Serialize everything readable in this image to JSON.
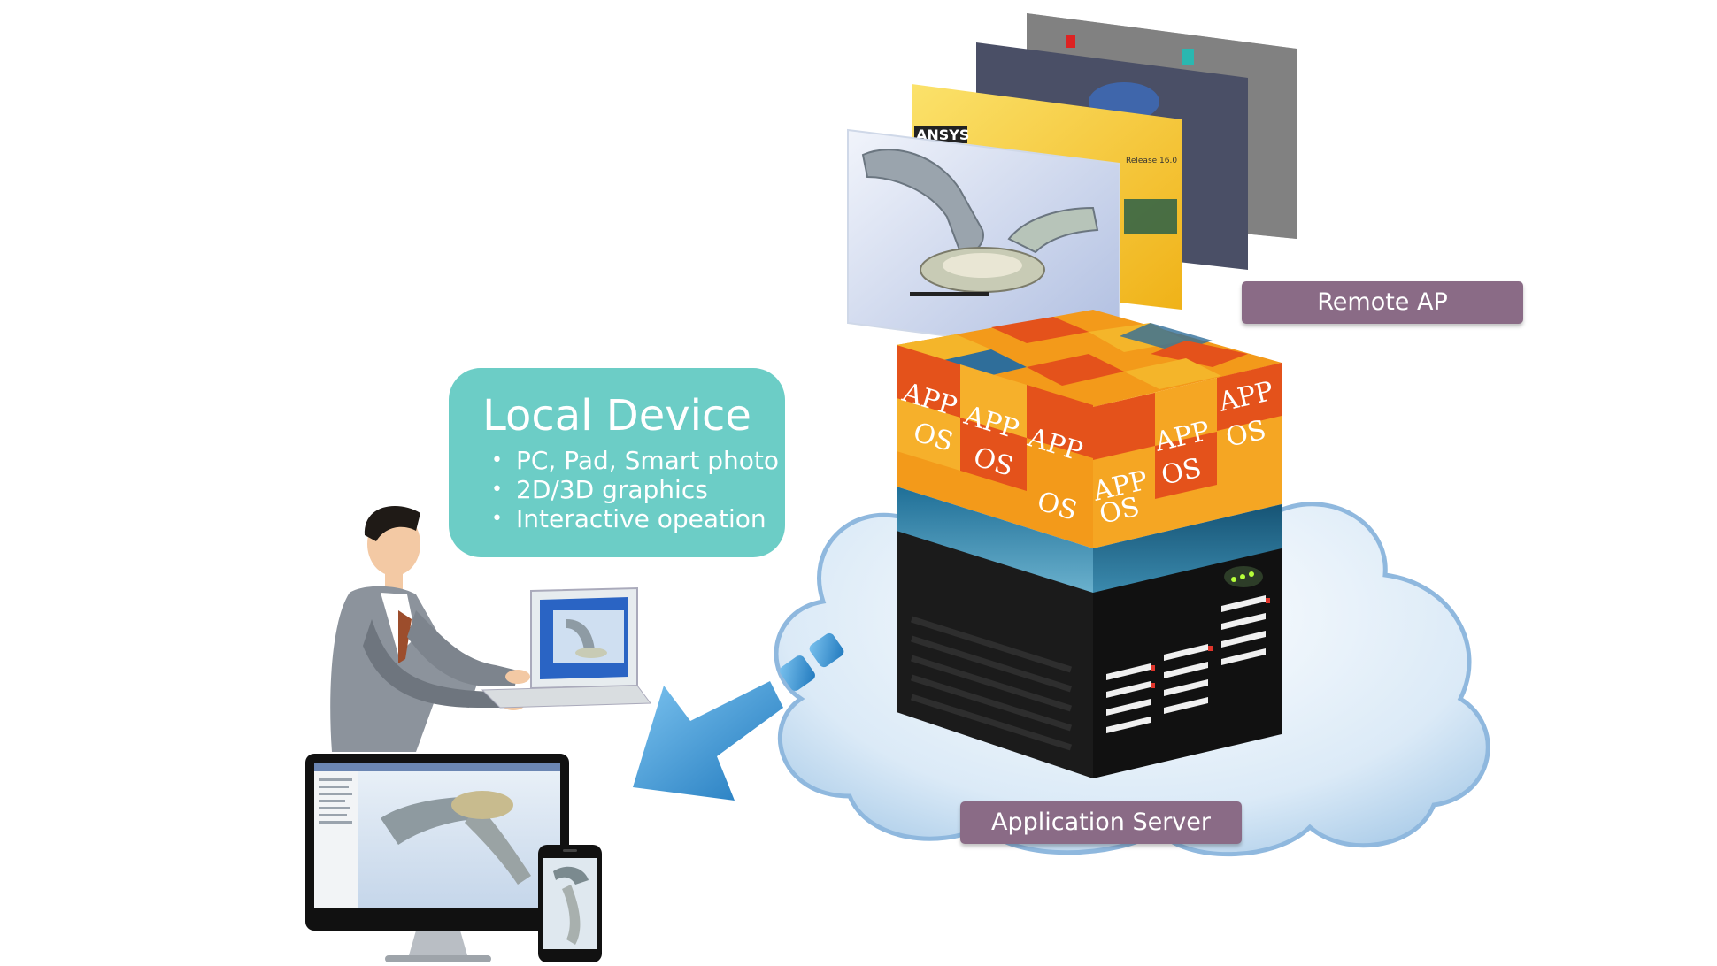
{
  "local_device": {
    "title": "Local Device",
    "items": [
      "PC, Pad, Smart photo",
      "2D/3D graphics",
      "Interactive opeation"
    ]
  },
  "labels": {
    "remote_ap": "Remote AP",
    "application_server": "Application Server"
  },
  "server_tiles": {
    "app": "APP",
    "os": "OS"
  },
  "screens": {
    "vendor": "ANSYS",
    "release": "Release 16.0"
  },
  "colors": {
    "callout": "#6ccdc6",
    "label": "#8a6b86",
    "cloud": "#cfe3f4",
    "arrow": "#3a9ad6",
    "tile_orange": "#f39a1a",
    "tile_red": "#e4521b",
    "tile_blue": "#2f6e9a",
    "server_dark": "#1b1b1b"
  }
}
